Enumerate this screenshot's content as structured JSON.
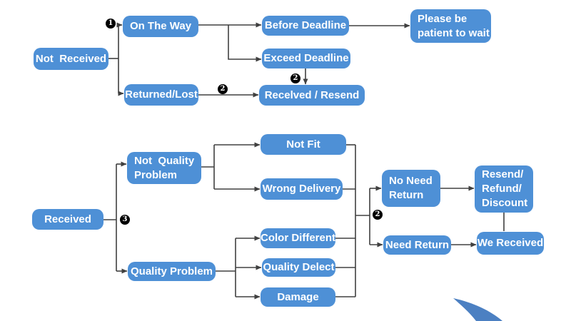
{
  "diagram": {
    "type": "flowchart",
    "colors": {
      "node_fill": "#4E90D6",
      "node_text": "#FFFFFF",
      "connector": "#404040",
      "badge_bg": "#000000",
      "badge_text": "#FFFFFF",
      "swoosh": "#4C80C2"
    },
    "nodes": {
      "not_received": "Not  Received",
      "on_the_way": "On The Way",
      "before_deadline": "Before Deadline",
      "please_wait": "Please be\npatient to wait",
      "exceed_deadline": "Exceed Deadline",
      "received_resend": "Recelved / Resend",
      "returned_lost": "Returned/Lost",
      "received": "Received",
      "not_quality_problem": "Not  Quality\nProblem",
      "quality_problem": "Quality Problem",
      "not_fit": "Not Fit",
      "wrong_delivery": "Wrong Delivery",
      "color_different": "Color Different",
      "quality_delect": "Quality Delect",
      "damage": "Damage",
      "no_need_return": "No Need\nReturn",
      "need_return": "Need Return",
      "resend_refund_discount": "Resend/\nRefund/\nDiscount",
      "we_received": "We Received"
    },
    "badges": {
      "step1": "1",
      "step2_returned": "2",
      "step2_exceed": "2",
      "step3": "3",
      "step2_return": "2"
    },
    "edges": [
      {
        "from": "not_received",
        "to": "on_the_way",
        "badge": "1"
      },
      {
        "from": "not_received",
        "to": "returned_lost"
      },
      {
        "from": "on_the_way",
        "to": "before_deadline"
      },
      {
        "from": "on_the_way",
        "to": "exceed_deadline"
      },
      {
        "from": "before_deadline",
        "to": "please_wait"
      },
      {
        "from": "exceed_deadline",
        "to": "received_resend",
        "badge": "2"
      },
      {
        "from": "returned_lost",
        "to": "received_resend",
        "badge": "2"
      },
      {
        "from": "received",
        "to": "not_quality_problem",
        "badge": "3"
      },
      {
        "from": "received",
        "to": "quality_problem",
        "badge": "3"
      },
      {
        "from": "not_quality_problem",
        "to": "not_fit"
      },
      {
        "from": "not_quality_problem",
        "to": "wrong_delivery"
      },
      {
        "from": "quality_problem",
        "to": "color_different"
      },
      {
        "from": "quality_problem",
        "to": "quality_delect"
      },
      {
        "from": "quality_problem",
        "to": "damage"
      },
      {
        "from": "outcomes_collector",
        "to": "no_need_return",
        "badge": "2"
      },
      {
        "from": "outcomes_collector",
        "to": "need_return",
        "badge": "2"
      },
      {
        "from": "no_need_return",
        "to": "resend_refund_discount"
      },
      {
        "from": "need_return",
        "to": "we_received"
      },
      {
        "from": "resend_refund_discount",
        "to": "we_received"
      }
    ]
  }
}
